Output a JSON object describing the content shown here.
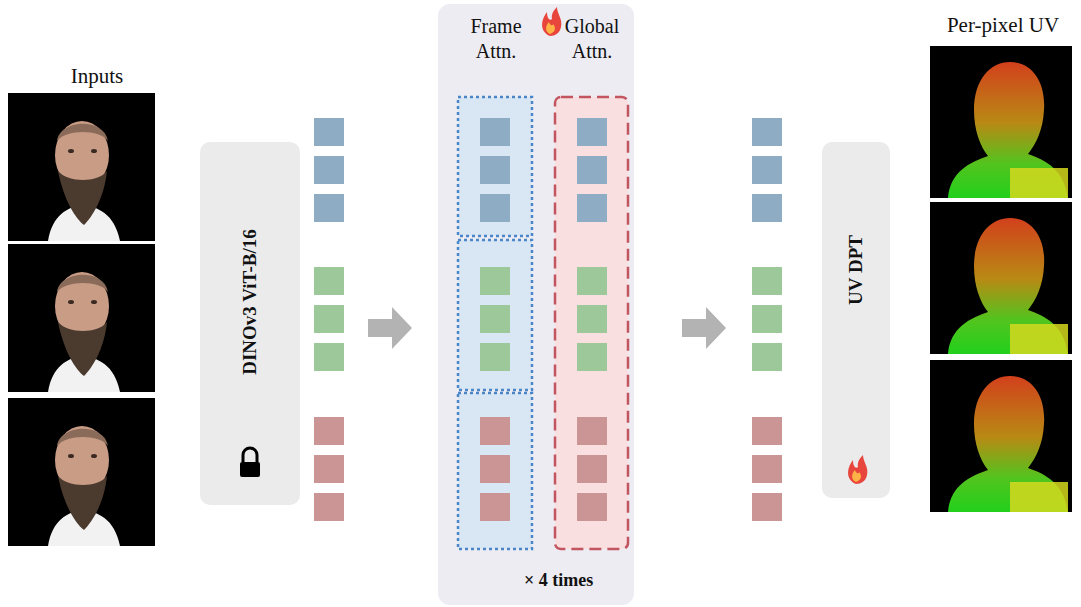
{
  "diagram": {
    "nodes": [
      {
        "text": [
          "DINOv3 ViT-B/16"
        ]
      },
      {
        "text": [
          "× 4 times"
        ]
      },
      {
        "text": [
          "Frame Attn."
        ],
        "in": 1
      },
      {
        "text": [
          "Global Attn."
        ],
        "in": 1
      },
      {
        "text": [
          "UV DPT"
        ]
      }
    ],
    "labels": [
      "Inputs",
      "Per-pixel UV"
    ]
  }
}
